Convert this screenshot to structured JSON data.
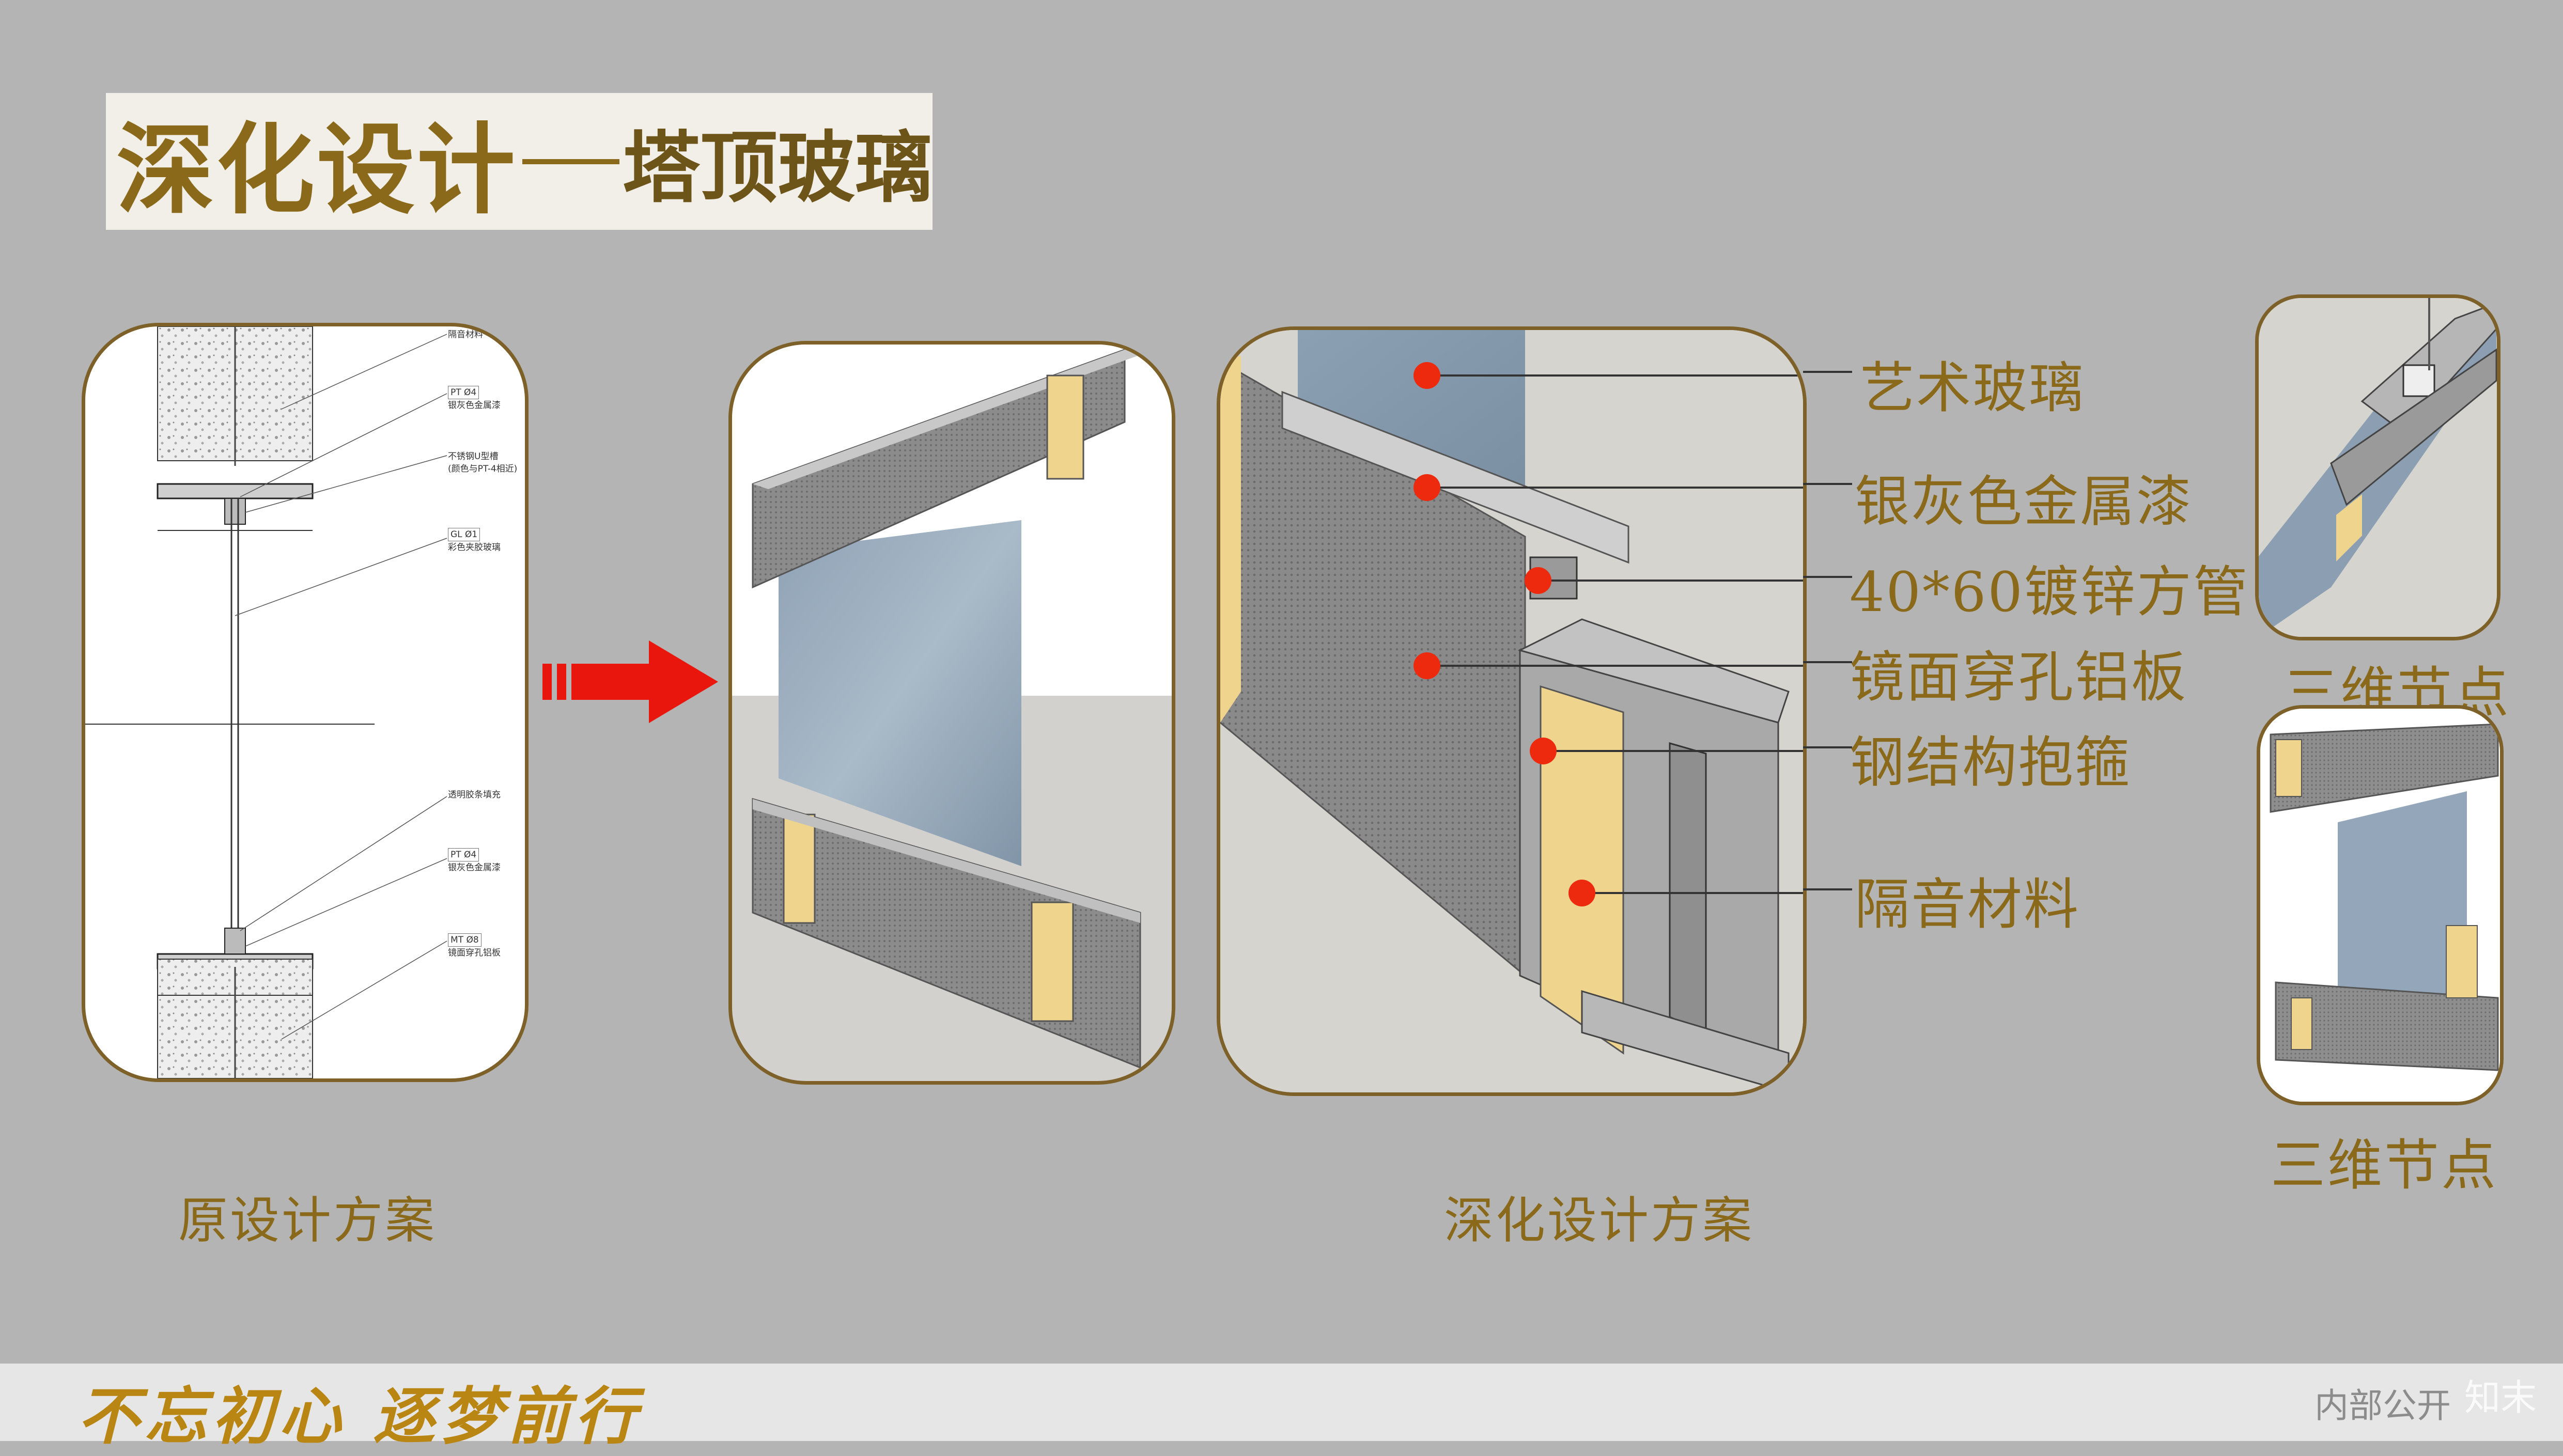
{
  "title": {
    "main": "深化设计",
    "sub": "塔顶玻璃"
  },
  "captions": {
    "original": "原设计方案",
    "deepened": "深化设计方案"
  },
  "callouts": [
    {
      "text": "艺术玻璃",
      "color": "#ee2a0e"
    },
    {
      "text": "银灰色金属漆",
      "color": "#ee2a0e"
    },
    {
      "text": "40*60镀锌方管",
      "color": "#ee2a0e"
    },
    {
      "text": "镜面穿孔铝板",
      "color": "#ee2a0e"
    },
    {
      "text": "钢结构抱箍",
      "color": "#ee2a0e"
    },
    {
      "text": "隔音材料",
      "color": "#ee2a0e"
    }
  ],
  "node_labels": [
    "三维节点",
    "三维节点"
  ],
  "drawing_notes": [
    "隔音材料",
    "PT  Ø4",
    "银灰色金属漆",
    "不锈钢U型槽",
    "(颜色与PT-4相近)",
    "GL  Ø1",
    "彩色夹胶玻璃",
    "透明胶条填充",
    "PT  Ø4",
    "银灰色金属漆",
    "MT  Ø8",
    "镜面穿孔铝板"
  ],
  "footer": {
    "slogan": "不忘初心  逐梦前行",
    "note": "内部公开",
    "watermark": "知末"
  },
  "arrow_color": "#e8160c"
}
